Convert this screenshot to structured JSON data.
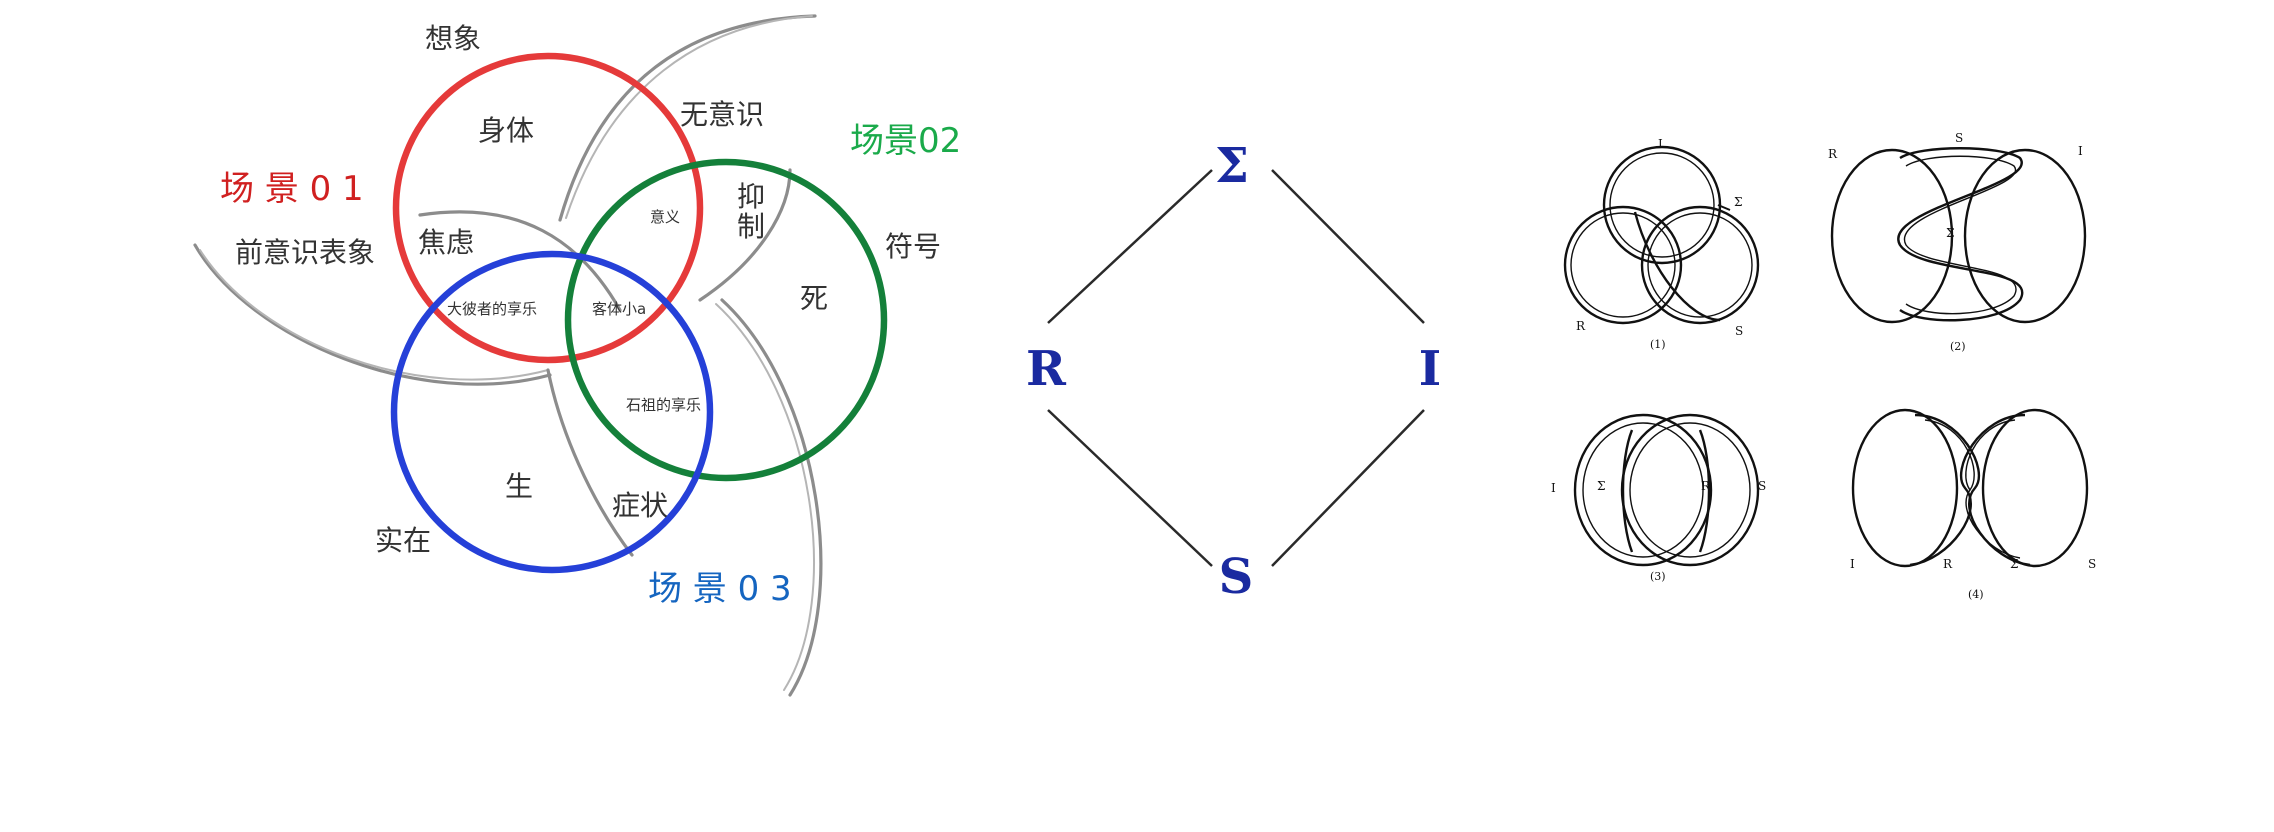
{
  "borromean": {
    "scenes": {
      "scene01": {
        "label": "场 景 0 1",
        "color": "#d02020"
      },
      "scene02": {
        "label": "场景02",
        "color": "#1aaa4a"
      },
      "scene03": {
        "label": "场 景 0 3",
        "color": "#1565c0"
      }
    },
    "ring_colors": {
      "red": "#e53a3a",
      "green": "#14803a",
      "blue": "#2540d8",
      "gray": "#8a8a8a"
    },
    "labels": {
      "imaginary": "想象",
      "body": "身体",
      "unconscious": "无意识",
      "preconscious": "前意识表象",
      "anxiety": "焦虑",
      "meaning": "意义",
      "inhibition": "抑\n制",
      "symbol": "符号",
      "death": "死",
      "jouissance_other": "大彼者的享乐",
      "object_a": "客体小a",
      "phallic_jouissance": "石祖的享乐",
      "life": "生",
      "symptom": "症状",
      "real": "实在"
    }
  },
  "diamond": {
    "top": "Σ",
    "left": "R",
    "right": "I",
    "bottom": "S",
    "color": "#1a2aa0"
  },
  "knots": [
    {
      "labels": [
        "I",
        "Σ",
        "R",
        "S"
      ],
      "caption": "(1)"
    },
    {
      "labels": [
        "R",
        "S",
        "I",
        "Σ"
      ],
      "caption": "(2)"
    },
    {
      "labels": [
        "I",
        "Σ",
        "R",
        "S"
      ],
      "caption": "(3)"
    },
    {
      "labels": [
        "I",
        "R",
        "Σ",
        "S"
      ],
      "caption": "(4)"
    }
  ]
}
